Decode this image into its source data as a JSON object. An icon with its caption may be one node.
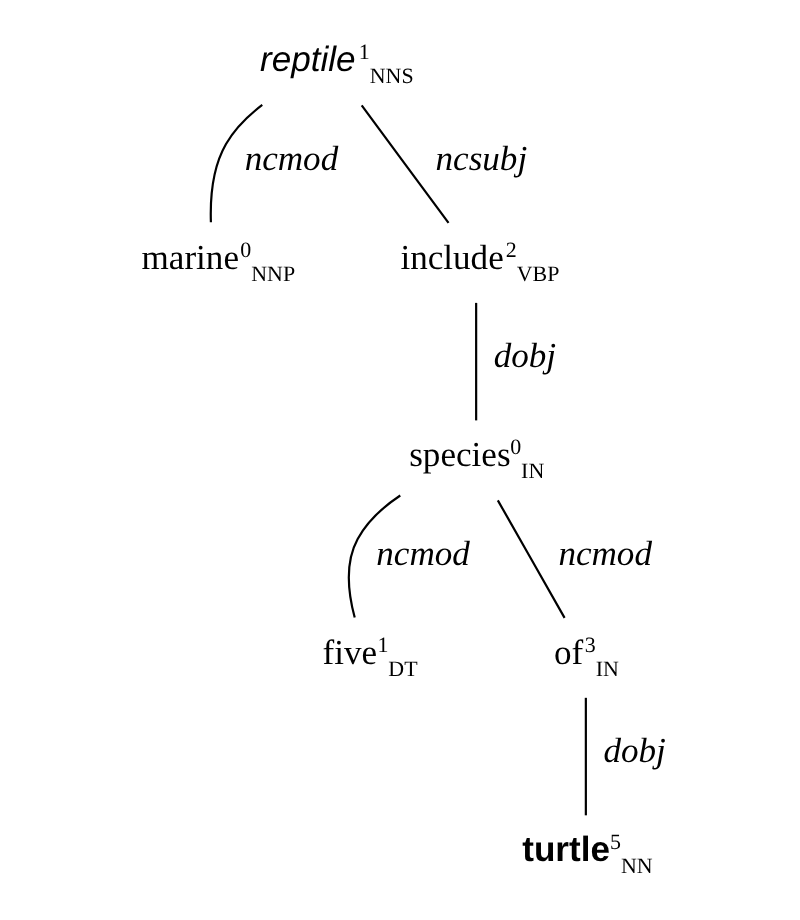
{
  "diagram": {
    "nodes": [
      {
        "text": [
          "reptile$^{1}$$_{NNS}$"
        ]
      },
      {
        "text": [
          "marine$^{0}$$_{NNP}$"
        ]
      },
      {
        "text": [
          "include$^{2}$$_{VBP}$"
        ]
      },
      {
        "text": [
          "species$^{0}$$_{IN}$"
        ]
      },
      {
        "text": [
          "five$^{1}$$_{DT}$"
        ]
      },
      {
        "text": [
          "of$^{3}$$_{IN}$"
        ]
      },
      {
        "text": [
          "turtle$^{5}$$_{NN}$"
        ]
      }
    ],
    "edges": [
      {
        "from": 0,
        "to": 1,
        "arrow": "none",
        "label": "ncmod"
      },
      {
        "from": 0,
        "to": 2,
        "arrow": "none",
        "label": "ncsubj"
      },
      {
        "from": 2,
        "to": 3,
        "arrow": "none",
        "label": "dobj"
      },
      {
        "from": 3,
        "to": 4,
        "arrow": "none",
        "label": "ncmod"
      },
      {
        "from": 3,
        "to": 5,
        "arrow": "none",
        "label": "ncmod"
      },
      {
        "from": 5,
        "to": 6,
        "arrow": "none",
        "label": "dobj"
      }
    ]
  }
}
